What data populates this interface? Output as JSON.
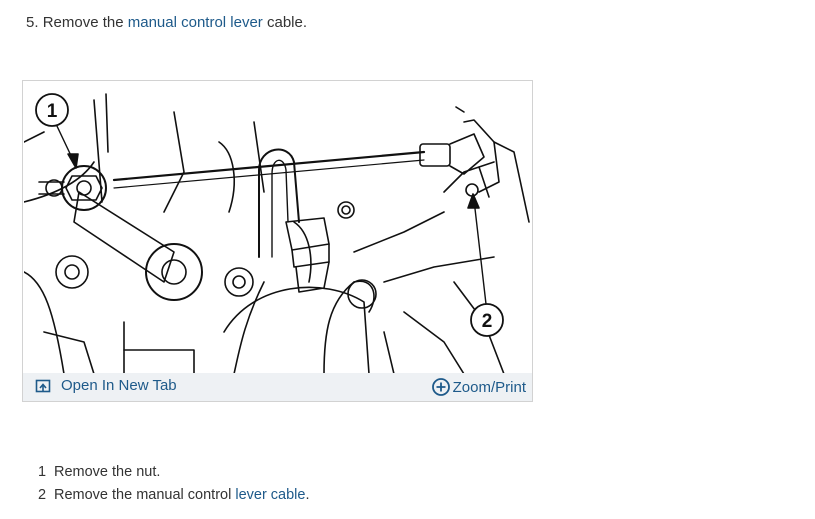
{
  "step": {
    "number": "5.",
    "text_before": "Remove the ",
    "link_text": "manual control lever",
    "text_after": " cable."
  },
  "figure": {
    "callouts": [
      "1",
      "2"
    ],
    "toolbar": {
      "open_icon": "open-new-tab-icon",
      "open_label": "Open In New Tab",
      "zoom_icon": "plus-circle-icon",
      "zoom_label": "Zoom/Print"
    }
  },
  "notes": [
    {
      "num": "1",
      "text": "Remove the nut.",
      "link": ""
    },
    {
      "num": "2",
      "text": "Remove the manual control ",
      "link": "lever cable",
      "after": "."
    }
  ],
  "colors": {
    "text": "#333333",
    "link": "#1e5a8a",
    "toolbar_bg": "#eef1f4",
    "border": "#d2d2d2"
  }
}
